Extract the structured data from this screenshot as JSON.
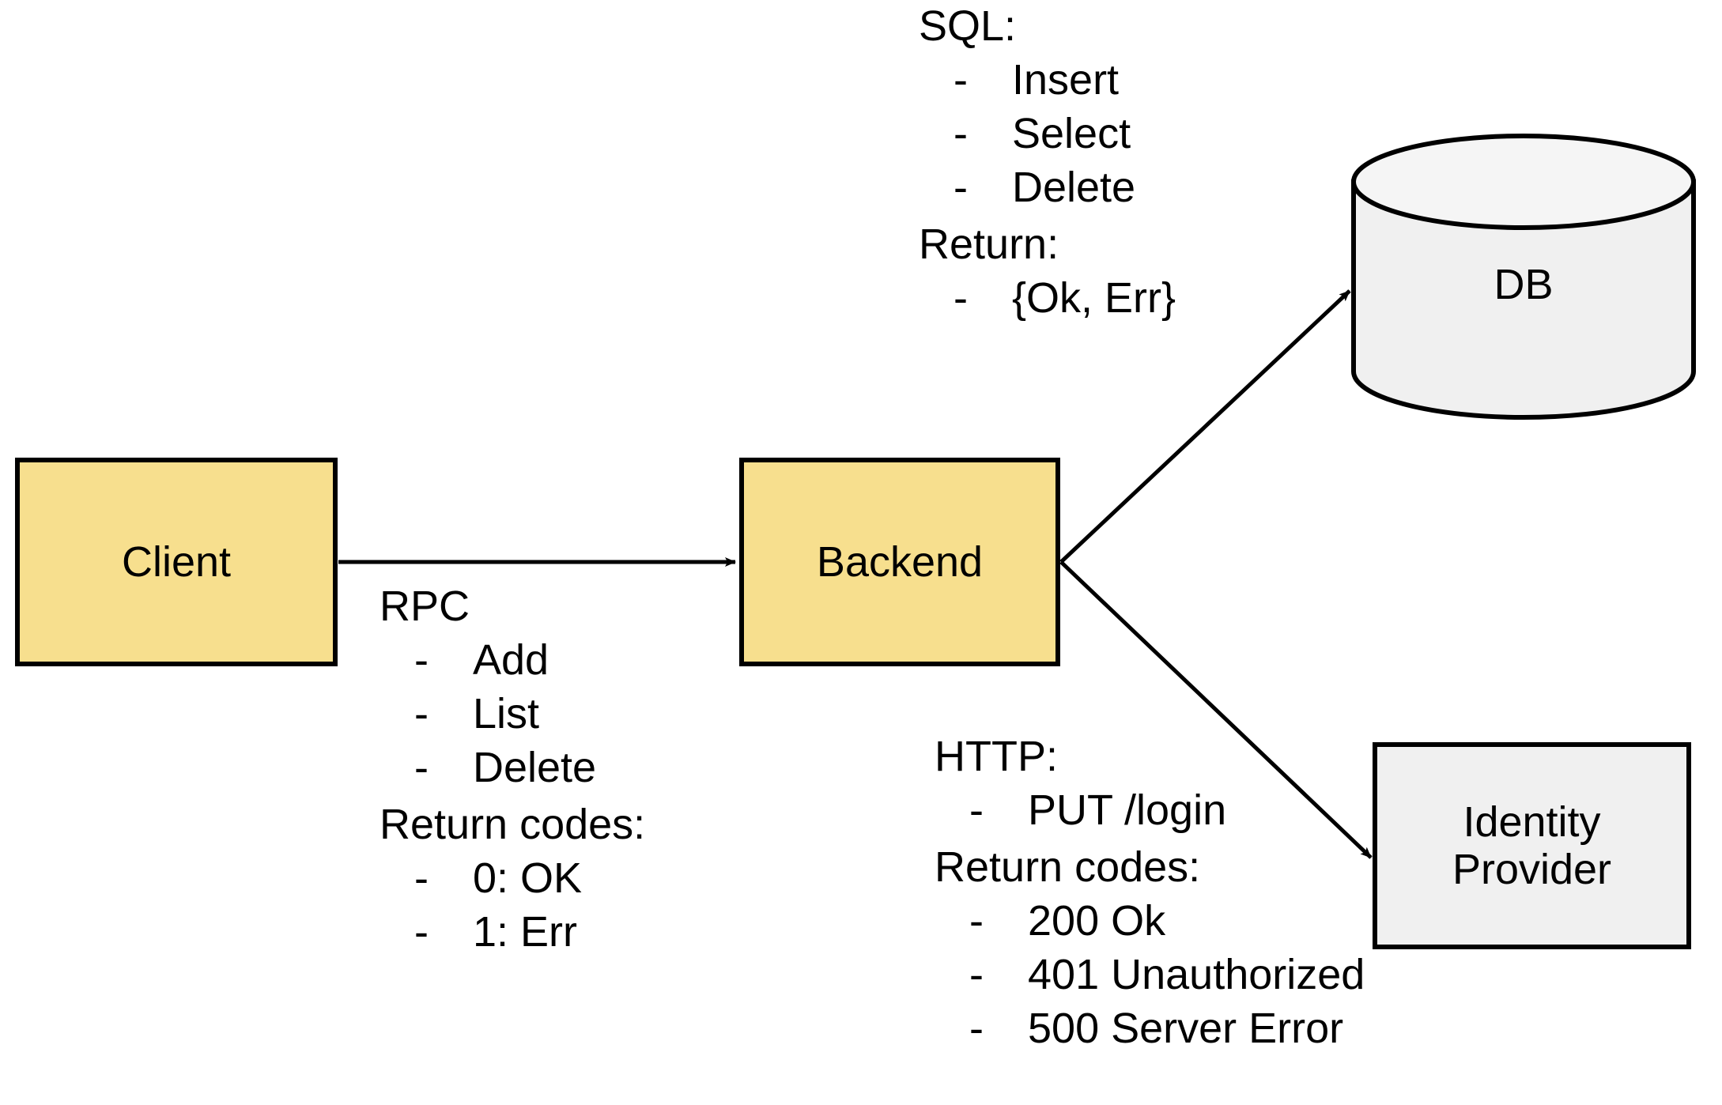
{
  "diagram": {
    "title": "Client / Backend / DB / Identity Provider architecture",
    "colors": {
      "node_fill_primary": "#F7DF8E",
      "node_fill_secondary": "#F0F0F0",
      "stroke": "#000000",
      "background": "#FFFFFF",
      "text": "#000000"
    }
  },
  "nodes": {
    "client": {
      "label": "Client",
      "shape": "rectangle",
      "fill": "#F7DF8E"
    },
    "backend": {
      "label": "Backend",
      "shape": "rectangle",
      "fill": "#F7DF8E"
    },
    "db": {
      "label": "DB",
      "shape": "cylinder",
      "fill": "#F0F0F0"
    },
    "idp": {
      "label": "Identity\nProvider",
      "shape": "rectangle",
      "fill": "#F0F0F0"
    }
  },
  "edges": {
    "client_to_backend": {
      "from": "client",
      "to": "backend",
      "style": "solid-arrow"
    },
    "backend_to_db": {
      "from": "backend",
      "to": "db",
      "style": "solid-arrow"
    },
    "backend_to_idp": {
      "from": "backend",
      "to": "idp",
      "style": "solid-arrow"
    }
  },
  "annotations": {
    "rpc": {
      "heading": "RPC",
      "items": [
        "Add",
        "List",
        "Delete"
      ],
      "return_heading": "Return codes:",
      "return_items": [
        "0: OK",
        "1: Err"
      ],
      "bullet": "-"
    },
    "sql": {
      "heading": "SQL:",
      "items": [
        "Insert",
        "Select",
        "Delete"
      ],
      "return_heading": "Return:",
      "return_items": [
        "{Ok, Err}"
      ],
      "bullet": "-"
    },
    "http": {
      "heading": "HTTP:",
      "items": [
        "PUT /login"
      ],
      "return_heading": "Return codes:",
      "return_items": [
        "200 Ok",
        "401 Unauthorized",
        "500 Server Error"
      ],
      "bullet": "-"
    }
  }
}
